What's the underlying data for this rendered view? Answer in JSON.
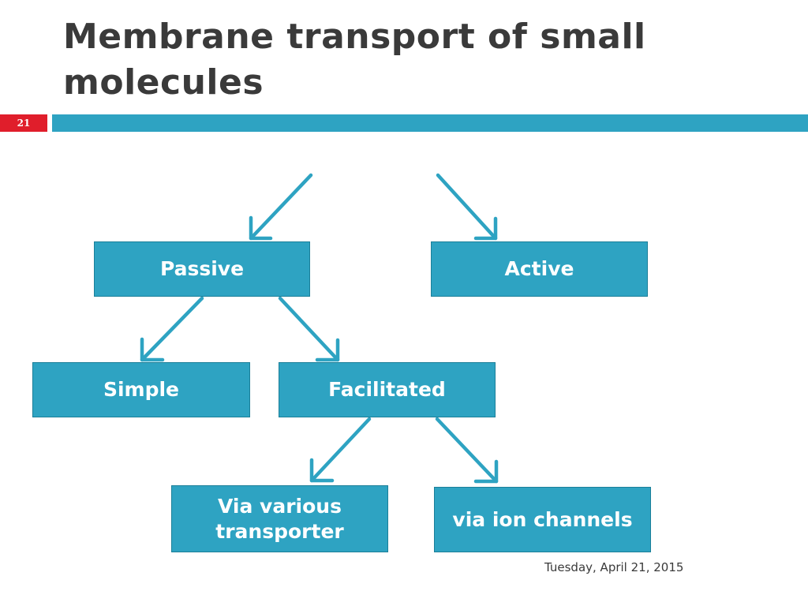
{
  "slide": {
    "title": "Membrane transport of small molecules",
    "number": "21",
    "date": "Tuesday, April 21, 2015"
  },
  "colors": {
    "accent": "#2ea3c2",
    "box_border": "#1b7f99",
    "slide_number_bg": "#e01e2b",
    "title_text": "#3a3a3a",
    "box_text": "#ffffff"
  },
  "nodes": {
    "passive": "Passive",
    "active": "Active",
    "simple": "Simple",
    "facilitated": "Facilitated",
    "transporter": "Via various transporter",
    "ion_channels": "via ion channels"
  }
}
